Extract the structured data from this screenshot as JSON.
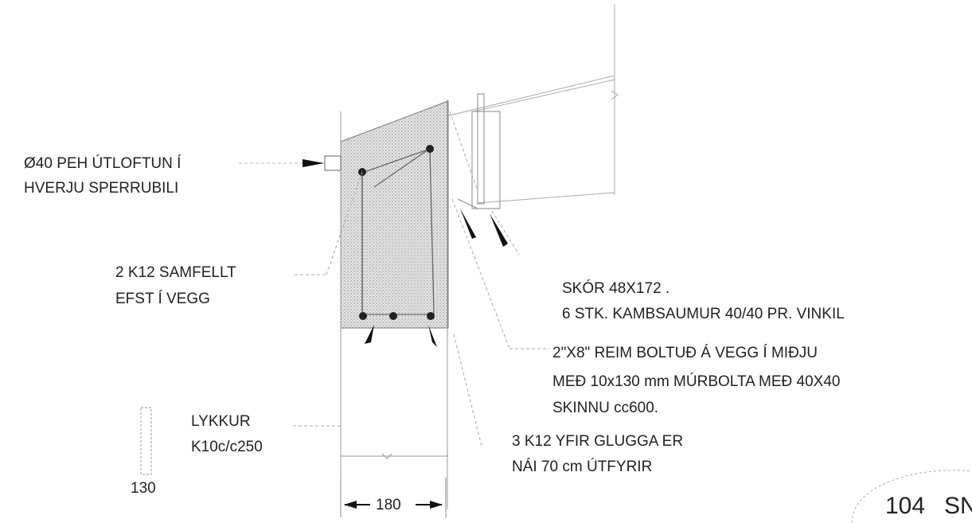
{
  "labels": {
    "vent": [
      "Ø40 PEH ÚTLOFTUN Í",
      "HVERJU SPERRUBILI"
    ],
    "rebar_top": [
      "2 K12 SAMFELLT",
      "EFST Í VEGG"
    ],
    "shoe": [
      "SKÓR 48X172 .",
      "6 STK. KAMBSAUMUR 40/40 PR. VINKIL"
    ],
    "plate": [
      "2\"X8\" REIM BOLTUÐ Á VEGG Í MIÐJU",
      "MEÐ 10x130 mm MÚRBOLTA MEÐ 40X40",
      "SKINNU cc600."
    ],
    "stirrup": [
      "LYKKUR",
      "K10c/c250"
    ],
    "lintel": [
      "3 K12 YFIR GLUGGA ER",
      "NÁI 70 cm ÚTFYRIR"
    ]
  },
  "dimensions": {
    "wall_width": "180",
    "stirrup_dim": "130"
  },
  "sheet": {
    "number": "104",
    "suffix": "SN"
  }
}
